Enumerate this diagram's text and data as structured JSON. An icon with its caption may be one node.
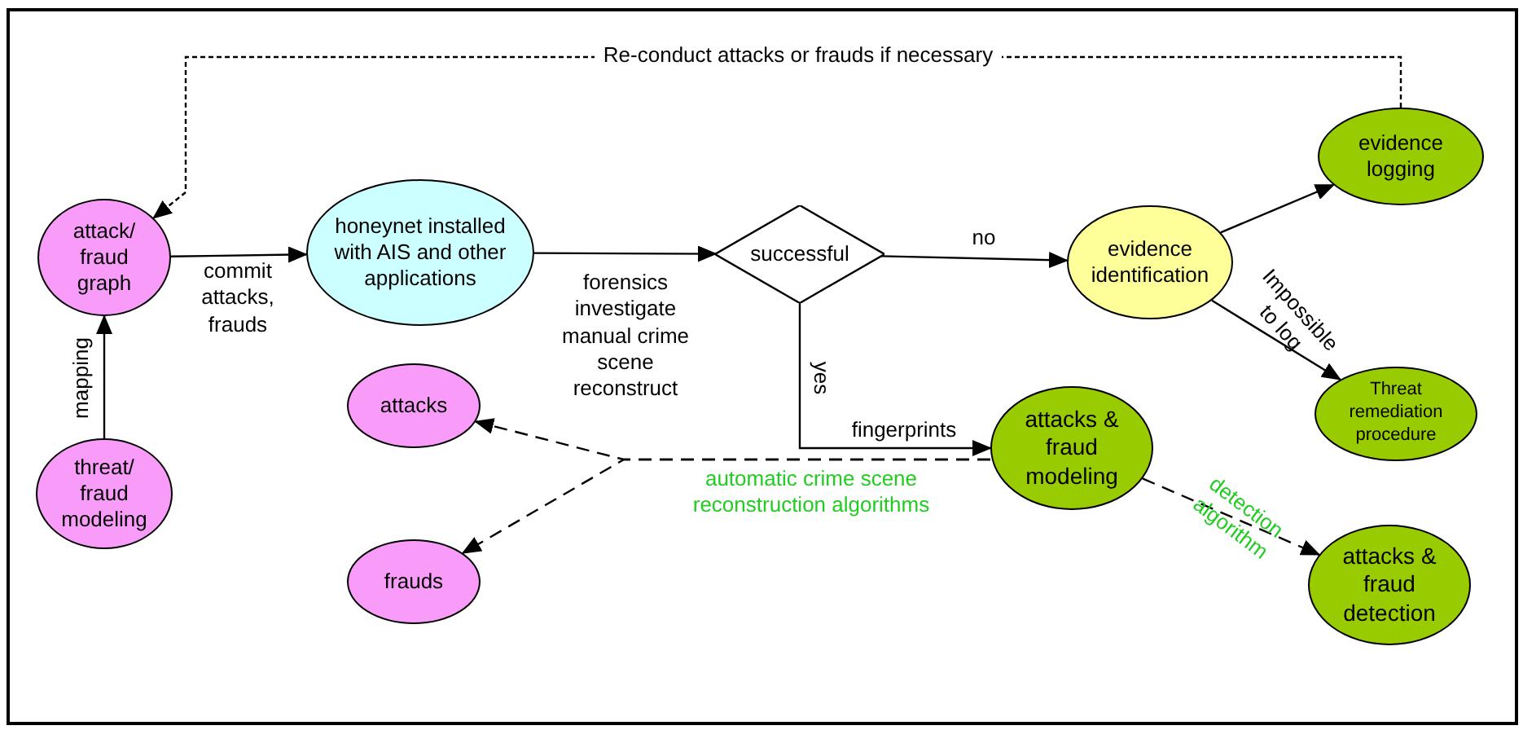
{
  "diagram": {
    "nodes": [
      {
        "text": [
          "attack/ fraud graph"
        ]
      },
      {
        "text": [
          "threat/ fraud modeling"
        ]
      },
      {
        "text": [
          "honeynet installed with AIS and other applications"
        ]
      },
      {
        "text": [
          "successful"
        ]
      },
      {
        "text": [
          "evidence identification"
        ]
      },
      {
        "text": [
          "evidence logging"
        ]
      },
      {
        "text": [
          "Threat remediation procedure"
        ]
      },
      {
        "text": [
          "attacks"
        ]
      },
      {
        "text": [
          "frauds"
        ]
      },
      {
        "text": [
          "attacks & fraud modeling"
        ]
      },
      {
        "text": [
          "attacks & fraud detection"
        ]
      }
    ],
    "edges": [
      {
        "from": 1,
        "to": 0,
        "arrow": "to",
        "label": "mapping"
      },
      {
        "from": 0,
        "to": 2,
        "arrow": "to",
        "label": "commit attacks, frauds"
      },
      {
        "from": 2,
        "to": 3,
        "arrow": "to",
        "label": "forensics investigate manual crime scene reconstruct"
      },
      {
        "from": 3,
        "to": 4,
        "arrow": "to",
        "label": "no"
      },
      {
        "from": 4,
        "to": 5,
        "arrow": "to"
      },
      {
        "from": 4,
        "to": 6,
        "arrow": "to",
        "label": "Impossible to log"
      },
      {
        "from": 3,
        "to": 9,
        "arrow": "to",
        "label": "yes"
      },
      {
        "from": 5,
        "to": 0,
        "arrow": "to",
        "label": "Re-conduct attacks or frauds if necessary",
        "style": "dashed"
      },
      {
        "from": 9,
        "to": 7,
        "arrow": "to",
        "label": "automatic crime scene reconstruction algorithms",
        "style": "dashed"
      },
      {
        "from": 9,
        "to": 8,
        "arrow": "to",
        "style": "dashed"
      },
      {
        "from": 9,
        "to": 10,
        "arrow": "to",
        "label": "detection algorithm",
        "style": "dashed"
      }
    ],
    "labels": [
      "fingerprints"
    ]
  }
}
